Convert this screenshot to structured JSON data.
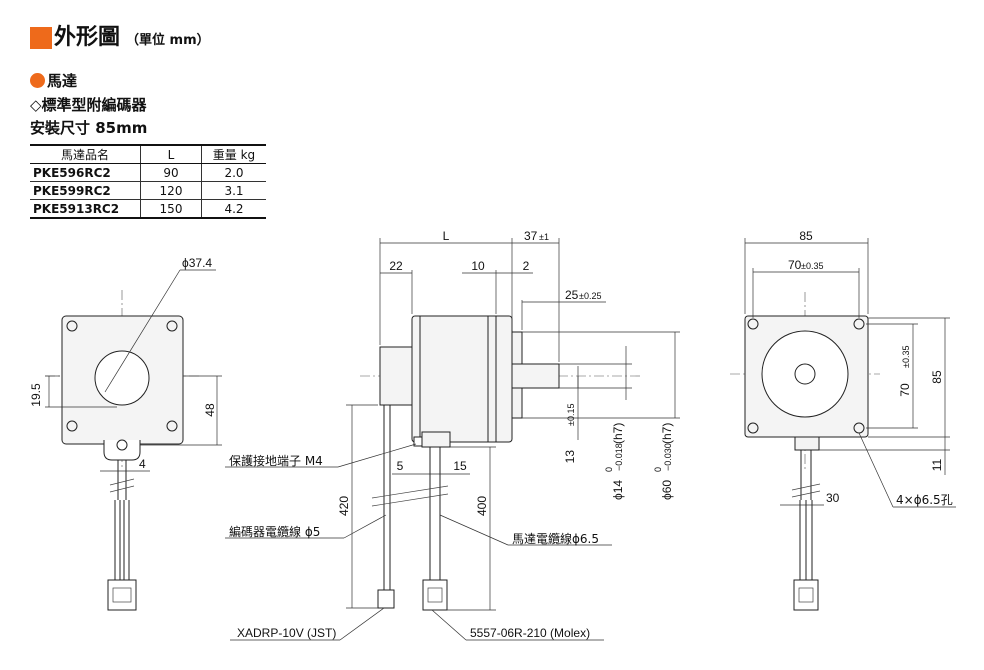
{
  "header": {
    "title": "外形圖",
    "unit": "（單位 mm）",
    "accent_color": "#ee6a1b"
  },
  "section": "馬達",
  "subsection": "標準型附編碼器",
  "size_label": "安裝尺寸 85mm",
  "spec_table": {
    "columns": [
      "馬達品名",
      "L",
      "重量 kg"
    ],
    "rows": [
      {
        "model": "PKE596RC2",
        "l": "90",
        "weight": "2.0"
      },
      {
        "model": "PKE599RC2",
        "l": "120",
        "weight": "3.1"
      },
      {
        "model": "PKE5913RC2",
        "l": "150",
        "weight": "4.2"
      }
    ]
  },
  "front_view": {
    "bore_diameter": "ϕ37.4",
    "offset": "19.5",
    "height_48": "48",
    "width_4": "4"
  },
  "side_view": {
    "length": "L",
    "length_37": "37",
    "tol_37": "±1",
    "flange_22": "22",
    "dim_10": "10",
    "dim_2": "2",
    "shaft_25": "25",
    "tol_25": "±0.25",
    "dim_5": "5",
    "dim_15": "15",
    "cable_420": "420",
    "cable_400": "400",
    "shaft_13": "13",
    "tol_13": "±0.15",
    "shaft_dia": "ϕ14",
    "shaft_tol_upper": "0",
    "shaft_tol_lower": "−0.018",
    "shaft_fit": "(h7)",
    "pilot_dia": "ϕ60",
    "pilot_tol_upper": "0",
    "pilot_tol_lower": "−0.030",
    "pilot_fit": "(h7)",
    "ground_label": "保護接地端子 M4",
    "encoder_cable_label": "編碼器電纜線 ϕ5",
    "motor_cable_label": "馬達電纜線ϕ6.5",
    "connector_encoder": "XADRP-10V (JST)",
    "connector_motor": "5557-06R-210 (Molex)"
  },
  "rear_view": {
    "width_85": "85",
    "pitch_70": "70",
    "tol_70": "±0.35",
    "height_85": "85",
    "dim_11": "11",
    "dim_30": "30",
    "holes": "4×ϕ6.5孔"
  }
}
